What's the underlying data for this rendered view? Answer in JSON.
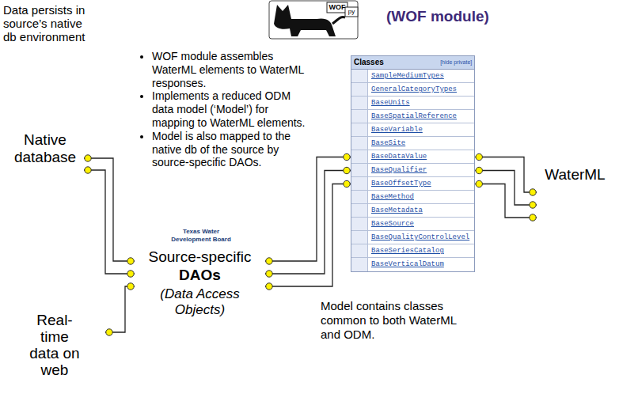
{
  "diagram": {
    "nodes": [
      {
        "text": [
          "Native database"
        ]
      },
      {
        "text": [
          "(WOF module)"
        ]
      },
      {
        "text": [
          "WOF module assembles WaterML elements to WaterML responses.",
          "Implements a reduced ODM data model (‘Model’) for mapping to WaterML elements.",
          "Model is also mapped to the native db of the source by source-specific DAOs.",
          "Model contains classes common to both WaterML and ODM."
        ],
        "in": 1
      },
      {
        "text": [
          "Classes",
          "[hide private]",
          "SampleMediumTypes",
          "GeneralCategoryTypes",
          "BaseUnits",
          "BaseSpatialReference",
          "BaseVariable",
          "BaseSite",
          "BaseDataValue",
          "BaseQualifier",
          "BaseOffsetType",
          "BaseMethod",
          "BaseMetadata",
          "BaseSource",
          "BaseQualityControlLevel",
          "BaseSeriesCatalog",
          "BaseVerticalDatum"
        ],
        "in": 2
      },
      {
        "text": [
          "Texas Water Development Board",
          "Source-specific",
          "DAOs",
          "(Data Access Objects)"
        ],
        "in": 1
      },
      {
        "text": [
          "Real-time data on web"
        ]
      },
      {
        "text": [
          "WaterML"
        ]
      }
    ],
    "edges": [
      {
        "from": 0,
        "to": 4,
        "arrow": "none"
      },
      {
        "from": 0,
        "to": 4,
        "arrow": "none"
      },
      {
        "from": 5,
        "to": 4,
        "arrow": "none"
      },
      {
        "from": 4,
        "to": 3,
        "arrow": "none"
      },
      {
        "from": 4,
        "to": 3,
        "arrow": "none"
      },
      {
        "from": 4,
        "to": 3,
        "arrow": "none"
      },
      {
        "from": 3,
        "to": 6,
        "arrow": "none"
      },
      {
        "from": 3,
        "to": 6,
        "arrow": "none"
      },
      {
        "from": 3,
        "to": 6,
        "arrow": "none"
      }
    ],
    "labels": [
      "Data persists in source’s native db environment",
      "WOF",
      "py"
    ]
  }
}
